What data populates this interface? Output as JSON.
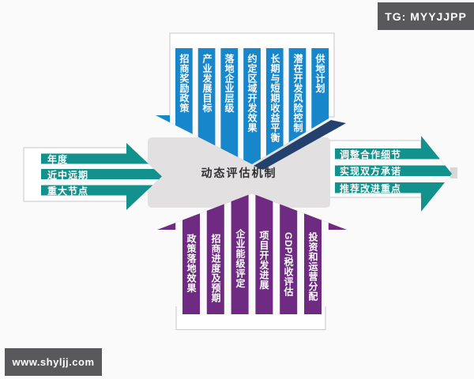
{
  "watermarks": {
    "tg": "TG: MYYJJPP",
    "site": "www.shyljj.com"
  },
  "center": {
    "label": "动态评估机制",
    "bg_color": "#e2e0e0"
  },
  "top_arrow": {
    "direction": "down",
    "color": "#1886cb",
    "items": [
      "招商奖励政策",
      "产业发展目标",
      "落地企业层级",
      "约定区域开发效果",
      "长期与短期收益平衡",
      "潜在开发风险控制",
      "供地计划"
    ]
  },
  "left_arrow": {
    "direction": "right",
    "color": "#12918d",
    "items": [
      "年度",
      "近中远期",
      "重大节点"
    ]
  },
  "right_arrow": {
    "direction": "right",
    "color": "#12918d",
    "items": [
      "调整合作细节",
      "实现双方承诺",
      "推荐改进重点"
    ]
  },
  "bottom_arrow": {
    "direction": "up",
    "color": "#6f2b81",
    "items": [
      "政策落地效果",
      "招商进度及预期",
      "企业能级评定",
      "项目开发进展",
      "GDP/税收评估",
      "投资和运营分配"
    ]
  }
}
